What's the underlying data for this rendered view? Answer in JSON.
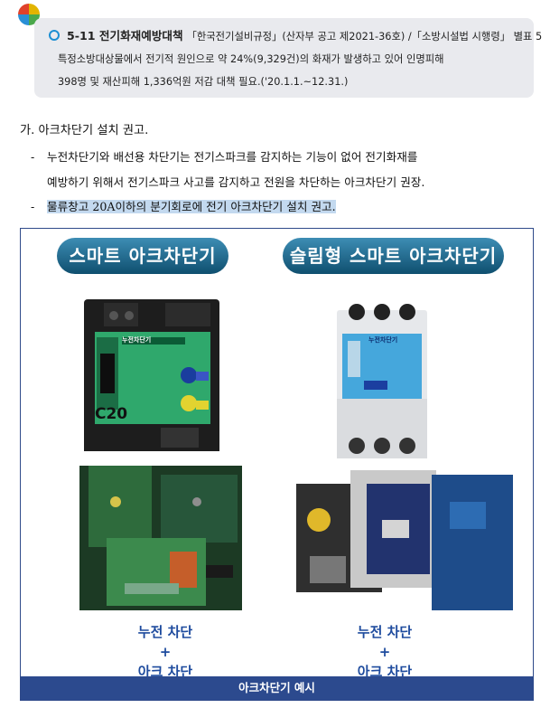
{
  "callout": {
    "heading": "5-11 전기화재예방대책",
    "line1_rest": "「한국전기설비규정」(산자부 공고 제2021-36호) /「소방시설법 시행령」 별표 5",
    "line2": "특정소방대상물에서 전기적 원인으로 약 24%(9,329건)의 화재가 발생하고 있어 인명피해",
    "line3": "398명 및 재산피해 1,336억원 저감 대책 필요.('20.1.1.~12.31.)"
  },
  "section": {
    "title": "가. 아크차단기 설치 권고.",
    "items": [
      {
        "dash": "-",
        "line1": "누전차단기와 배선용 차단기는 전기스파크를 감지하는 기능이 없어 전기화재를",
        "line2": "예방하기 위해서 전기스파크 사고를 감지하고 전원을 차단하는 아크차단기 권장."
      },
      {
        "dash": "-",
        "text": "물류창고 20A이하의 분기회로에 전기 아크차단기 설치 권고."
      }
    ]
  },
  "figure": {
    "left_title": "스마트 아크차단기",
    "right_title": "슬림형 스마트 아크차단기",
    "left_device_text": "누전차단기",
    "left_device_code": "C20",
    "right_device_text": "누전차단기",
    "left_caption_1": "누전 차단",
    "left_caption_plus": "+",
    "left_caption_2": "아크 차단",
    "right_caption_1": "누전 차단",
    "right_caption_plus": "+",
    "right_caption_2": "아크 차단",
    "bottom_caption": "아크차단기 예시"
  },
  "colors": {
    "accent_blue": "#1d8fd3",
    "caption_bar": "#2c4a8e",
    "highlight": "#c3d9ef",
    "label_blue": "#1e4b9e"
  }
}
